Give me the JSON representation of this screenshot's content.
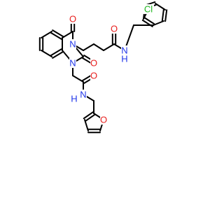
{
  "molecule": {
    "atoms": [
      {
        "id": "cl",
        "element": "Cl",
        "label": "Cl",
        "color": "#1fb51f"
      },
      {
        "id": "n_amide1",
        "element": "N",
        "label": "N",
        "color": "#1f35e8"
      },
      {
        "id": "h_amide1",
        "element": "H",
        "label": "H",
        "color": "#1f35e8"
      },
      {
        "id": "o_amide1",
        "element": "O",
        "label": "O",
        "color": "#e8201f"
      },
      {
        "id": "n3",
        "element": "N",
        "label": "N",
        "color": "#1f35e8"
      },
      {
        "id": "o4",
        "element": "O",
        "label": "O",
        "color": "#e8201f"
      },
      {
        "id": "o2",
        "element": "O",
        "label": "O",
        "color": "#e8201f"
      },
      {
        "id": "n1",
        "element": "N",
        "label": "N",
        "color": "#1f35e8"
      },
      {
        "id": "o_amide2",
        "element": "O",
        "label": "O",
        "color": "#e8201f"
      },
      {
        "id": "n_amide2",
        "element": "N",
        "label": "N",
        "color": "#1f35e8"
      },
      {
        "id": "h_amide2",
        "element": "H",
        "label": "H",
        "color": "#1f35e8"
      },
      {
        "id": "o_furan",
        "element": "O",
        "label": "O",
        "color": "#e8201f"
      }
    ]
  }
}
